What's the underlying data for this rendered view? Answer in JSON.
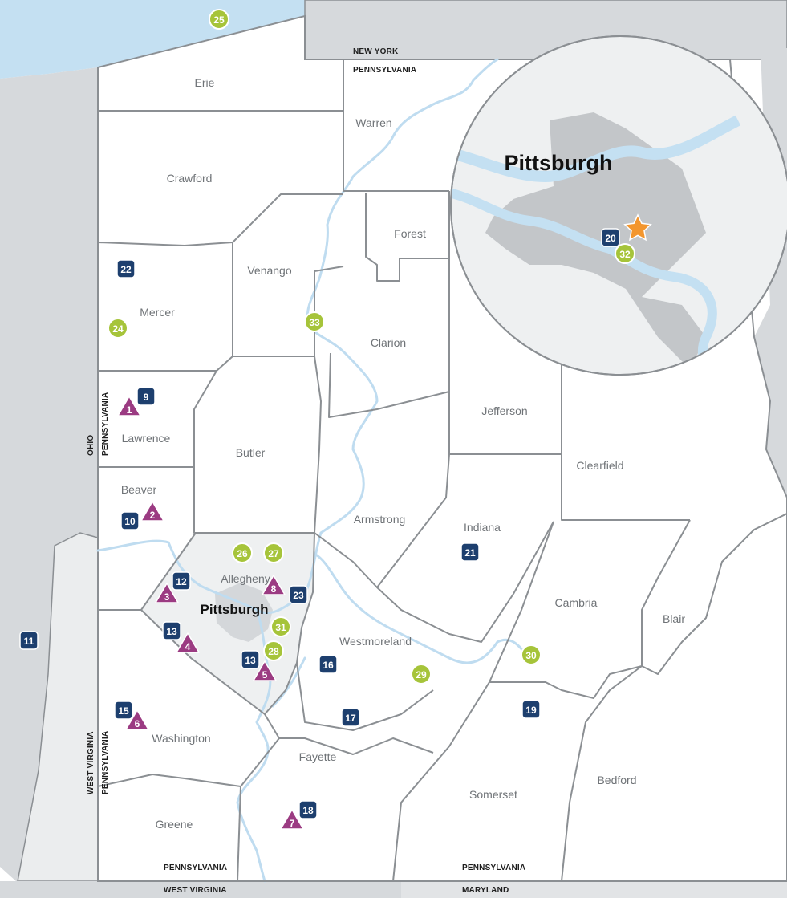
{
  "colors": {
    "water": "#c4e0f2",
    "neighbor_state": "#d6d9dc",
    "county_fill": "#ffffff",
    "border": "#8b8f93",
    "allegheny_fill": "#eef0f1",
    "city_area": "#c3c6c9",
    "blue_marker": "#1d3f6e",
    "green_marker": "#a6c43a",
    "purple_marker": "#9b3b82",
    "star": "#f3962e"
  },
  "state_labels": {
    "new_york": "NEW YORK",
    "pa_north": "PENNSYLVANIA",
    "ohio": "OHIO",
    "pa_west_ohio": "PENNSYLVANIA",
    "west_virginia_west": "WEST VIRGINIA",
    "pa_west_wv": "PENNSYLVANIA",
    "pa_south_wv": "PENNSYLVANIA",
    "west_virginia_south": "WEST VIRGINIA",
    "pa_south_md": "PENNSYLVANIA",
    "maryland": "MARYLAND"
  },
  "counties": {
    "erie": "Erie",
    "crawford": "Crawford",
    "warren": "Warren",
    "forest": "Forest",
    "venango": "Venango",
    "mercer": "Mercer",
    "clarion": "Clarion",
    "lawrence": "Lawrence",
    "jefferson": "Jefferson",
    "butler": "Butler",
    "clearfield": "Clearfield",
    "beaver": "Beaver",
    "armstrong": "Armstrong",
    "indiana": "Indiana",
    "allegheny": "Allegheny",
    "cambria": "Cambria",
    "blair": "Blair",
    "westmoreland": "Westmoreland",
    "washington": "Washington",
    "fayette": "Fayette",
    "somerset": "Somerset",
    "bedford": "Bedford",
    "greene": "Greene"
  },
  "cities": {
    "pittsburgh_map": "Pittsburgh",
    "pittsburgh_inset": "Pittsburgh"
  },
  "markers": {
    "blue": [
      {
        "id": "b9",
        "label": "9"
      },
      {
        "id": "b10",
        "label": "10"
      },
      {
        "id": "b11",
        "label": "11"
      },
      {
        "id": "b12",
        "label": "12"
      },
      {
        "id": "b13a",
        "label": "13"
      },
      {
        "id": "b13b",
        "label": "13"
      },
      {
        "id": "b15",
        "label": "15"
      },
      {
        "id": "b16",
        "label": "16"
      },
      {
        "id": "b17",
        "label": "17"
      },
      {
        "id": "b18",
        "label": "18"
      },
      {
        "id": "b19",
        "label": "19"
      },
      {
        "id": "b20",
        "label": "20"
      },
      {
        "id": "b21",
        "label": "21"
      },
      {
        "id": "b22",
        "label": "22"
      },
      {
        "id": "b23",
        "label": "23"
      }
    ],
    "green": [
      {
        "id": "g24",
        "label": "24"
      },
      {
        "id": "g25",
        "label": "25"
      },
      {
        "id": "g26",
        "label": "26"
      },
      {
        "id": "g27",
        "label": "27"
      },
      {
        "id": "g28",
        "label": "28"
      },
      {
        "id": "g29",
        "label": "29"
      },
      {
        "id": "g30",
        "label": "30"
      },
      {
        "id": "g31",
        "label": "31"
      },
      {
        "id": "g32",
        "label": "32"
      },
      {
        "id": "g33",
        "label": "33"
      }
    ],
    "purple": [
      {
        "id": "p1",
        "label": "1"
      },
      {
        "id": "p2",
        "label": "2"
      },
      {
        "id": "p3",
        "label": "3"
      },
      {
        "id": "p4",
        "label": "4"
      },
      {
        "id": "p5",
        "label": "5"
      },
      {
        "id": "p6",
        "label": "6"
      },
      {
        "id": "p7",
        "label": "7"
      },
      {
        "id": "p8",
        "label": "8"
      }
    ]
  },
  "icons": {
    "square": "blue-square-marker-icon",
    "circle": "green-circle-marker-icon",
    "triangle": "purple-triangle-marker-icon",
    "star": "star-icon"
  }
}
